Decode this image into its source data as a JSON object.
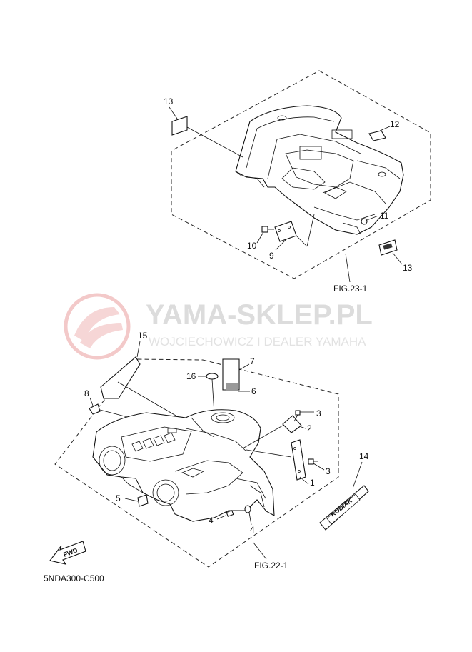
{
  "watermark": {
    "brand": "YAMA-SKLEP.PL",
    "tagline": "WOJCIECHOWICZ I DEALER YAMAHA"
  },
  "figure_refs": {
    "rear": "FIG.23-1",
    "front": "FIG.22-1"
  },
  "callouts": {
    "c1": "1",
    "c2": "2",
    "c3a": "3",
    "c3b": "3",
    "c4a": "4",
    "c4b": "4",
    "c5": "5",
    "c6": "6",
    "c7": "7",
    "c8": "8",
    "c9": "9",
    "c10": "10",
    "c11": "11",
    "c12": "12",
    "c13a": "13",
    "c13b": "13",
    "c14": "14",
    "c15": "15",
    "c16": "16"
  },
  "decal_text": {
    "fwd": "FWD",
    "kodiak": "KODIAK"
  },
  "drawing_code": "5NDA300-C500",
  "colors": {
    "line": "#111111",
    "watermark_logo": "#f3c9c9",
    "watermark_text": "#dcdcdc"
  }
}
